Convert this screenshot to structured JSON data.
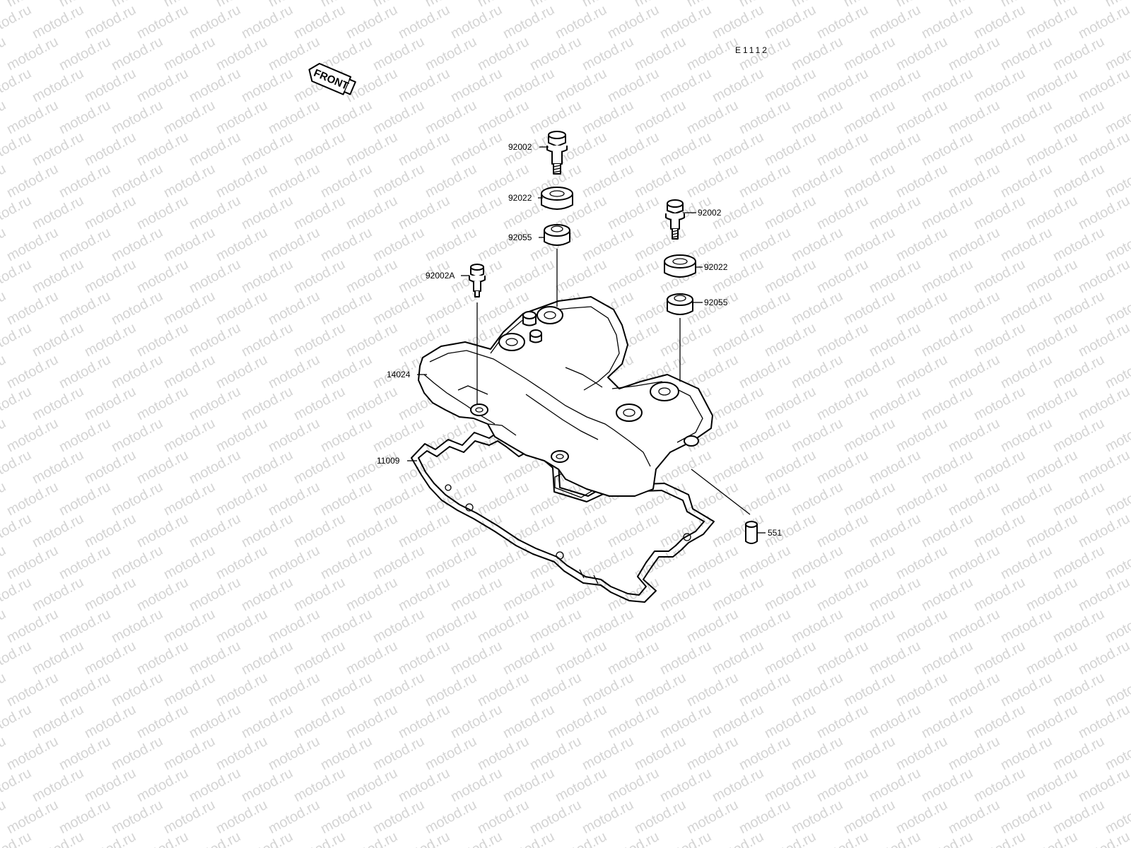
{
  "watermark": {
    "text": "motod.ru",
    "color": "#d4d4d4"
  },
  "diagram_code": "E1112",
  "front_arrow": {
    "text": "FRONT",
    "icon": "front-direction-arrow"
  },
  "parts": [
    {
      "id": "bolt-upper",
      "number": "92002"
    },
    {
      "id": "grommet-upper",
      "number": "92022"
    },
    {
      "id": "washer-upper",
      "number": "92055"
    },
    {
      "id": "bolt-left",
      "number": "92002A"
    },
    {
      "id": "bolt-right",
      "number": "92002"
    },
    {
      "id": "grommet-right",
      "number": "92022"
    },
    {
      "id": "washer-right",
      "number": "92055"
    },
    {
      "id": "cylinder-head-cover",
      "number": "14024"
    },
    {
      "id": "gasket",
      "number": "11009"
    },
    {
      "id": "dowel-pin",
      "number": "551"
    }
  ],
  "colors": {
    "line": "#000000",
    "background": "#ffffff",
    "watermark": "#d4d4d4"
  }
}
